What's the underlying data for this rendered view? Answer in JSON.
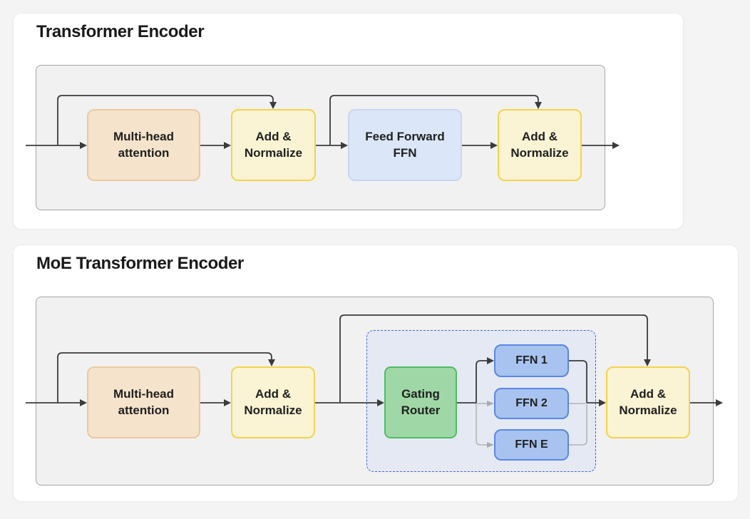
{
  "cards": [
    {
      "title": "Transformer Encoder",
      "nodes": {
        "mha": {
          "label": "Multi-head attention"
        },
        "addnorm1": {
          "label": "Add & Normalize"
        },
        "ffn": {
          "label": "Feed Forward FFN"
        },
        "addnorm2": {
          "label": "Add & Normalize"
        }
      }
    },
    {
      "title": "MoE Transformer Encoder",
      "nodes": {
        "mha": {
          "label": "Multi-head attention"
        },
        "addnorm1": {
          "label": "Add & Normalize"
        },
        "gating": {
          "label": "Gating Router"
        },
        "ffn1": {
          "label": "FFN 1"
        },
        "ffn2": {
          "label": "FFN 2"
        },
        "ffne": {
          "label": "FFN E"
        },
        "addnorm2": {
          "label": "Add & Normalize"
        }
      }
    }
  ],
  "colors": {
    "page_bg": "#F4F4F5",
    "card_bg": "#FFFFFF",
    "panel_bg": "#F1F1F2",
    "panel_border": "#A5A5A5",
    "attention_fill": "#F5E3CB",
    "attention_border": "#EBC9A0",
    "addnorm_fill": "#FAF3D4",
    "addnorm_border": "#F3D44A",
    "ffn_fill": "#DBE6F8",
    "ffn_border": "#C8D7F0",
    "moe_region_fill": "#E4E9F3",
    "moe_region_border": "#3D63E6",
    "gating_fill": "#9FD8A6",
    "gating_border": "#4FBC64",
    "expert_fill": "#A8C3F0",
    "expert_border": "#5A87E3",
    "wire_dark": "#3B3B3B",
    "wire_gray": "#B3B3B3",
    "text": "#1E1E1E"
  }
}
